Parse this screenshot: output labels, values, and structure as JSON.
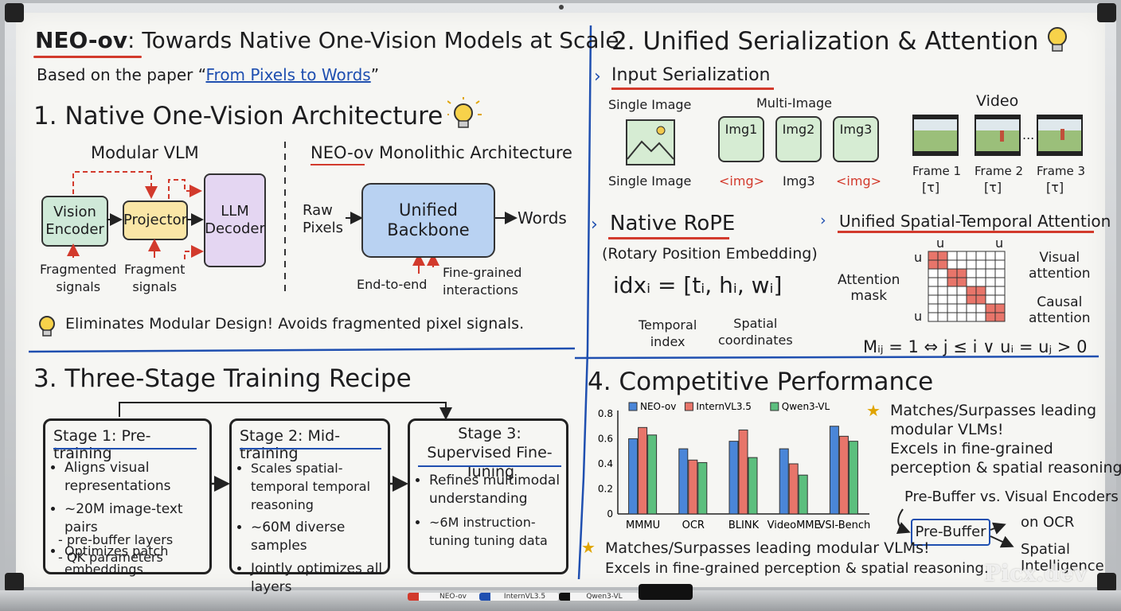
{
  "title": {
    "prefix": "NEO-ov",
    "rest": ": Towards Native One-Vision Models at Scale"
  },
  "subtitle": {
    "prefix": "Based on the paper “",
    "link": "From Pixels to Words",
    "suffix": "”"
  },
  "s1": {
    "heading": "1. Native One-Vision Architecture",
    "modular_title": "Modular VLM",
    "vision_encoder": "Vision\nEncoder",
    "projector": "Projector",
    "llm_decoder": "LLM\nDecoder",
    "frag1": "Fragmented\nsignals",
    "frag2": "Fragment\nsignals",
    "mono_prefix": "NEO-ov",
    "mono_rest": " Monolithic Architecture",
    "raw_pixels": "Raw\nPixels",
    "unified_backbone": "Unified\nBackbone",
    "words": "Words",
    "end_to_end": "End-to-end",
    "fine_grained": "Fine-grained\ninteractions",
    "tip": "Eliminates Modular Design! Avoids fragmented pixel signals."
  },
  "s2": {
    "heading": "2. Unified Serialization & Attention",
    "input_serialization": "Input Serialization",
    "single_image_top": "Single Image",
    "single_image_bottom": "Single Image",
    "multi_image": "Multi-Image",
    "img1": "Img1",
    "img2": "Img2",
    "img3": "Img3",
    "tag_left": "<img>",
    "tag_mid": "Img3",
    "tag_right": "<img>",
    "video": "Video",
    "frames": [
      "Frame 1",
      "Frame 2",
      "Frame 3"
    ],
    "tau": "[τ]",
    "ellipsis": "...",
    "native_rope": "Native RoPE",
    "rope_full": "(Rotary Position Embedding)",
    "formula": "idxᵢ = [tᵢ, hᵢ, wᵢ]",
    "temporal_index": "Temporal\nindex",
    "spatial_coords": "Spatial\ncoordinates",
    "usta": "Unified Spatial-Temporal Attention",
    "u": "u",
    "attention_mask": "Attention\nmask",
    "visual_attention": "Visual\nattention",
    "causal_attention": "Causal\nattention",
    "mask_formula": "Mᵢⱼ = 1 ⇔ j ≤ i ∨ uᵢ = uⱼ > 0"
  },
  "s3": {
    "heading": "3. Three-Stage Training Recipe",
    "stage1": {
      "title": "Stage 1: Pre-training",
      "items": [
        "Aligns visual representations",
        "~20M image-text pairs",
        "Optimizes patch embeddings",
        "- pre-buffer layers",
        "- QK parameters"
      ]
    },
    "stage2": {
      "title": "Stage 2: Mid-training",
      "items": [
        "Scales spatial-temporal temporal reasoning",
        "~60M diverse samples",
        "Jointly optimizes all layers"
      ]
    },
    "stage3": {
      "title": "Stage 3: Supervised Fine-Tuning",
      "items": [
        "Refines multimodal understanding",
        "~6M instruction-tuning tuning data"
      ]
    }
  },
  "s4": {
    "heading": "4. Competitive Performance",
    "claim_right": "Matches/Surpasses leading\nmodular VLMs!\nExcels in fine-grained\nperception & spatial reasoning.",
    "prebuffer_title": "Pre-Buffer vs. Visual Encoders",
    "prebuffer": "Pre-Buffer",
    "on_ocr": "on OCR",
    "spatial_intel": "Spatial\nIntelligence",
    "claim_bottom_1": "Matches/Surpasses leading modular VLMs!",
    "claim_bottom_2": "Excels in fine-grained perception & spatial reasoning."
  },
  "watermark": "Picx.dev",
  "markers": [
    "NEO-ov",
    "InternVL3.5",
    "Qwen3-VL"
  ],
  "colors": {
    "blue": "#1f4fb0",
    "red": "#d23a2c",
    "green": "#2e9e5a"
  },
  "chart_data": {
    "type": "bar",
    "categories": [
      "MMMU",
      "OCR",
      "BLINK",
      "VideoMME",
      "VSI-Bench"
    ],
    "series": [
      {
        "name": "NEO-ov",
        "color": "#4a86d8",
        "values": [
          0.6,
          0.52,
          0.58,
          0.52,
          0.7
        ]
      },
      {
        "name": "InternVL3.5",
        "color": "#e8756a",
        "values": [
          0.69,
          0.43,
          0.67,
          0.4,
          0.62
        ]
      },
      {
        "name": "Qwen3-VL",
        "color": "#5cbf7e",
        "values": [
          0.63,
          0.41,
          0.45,
          0.31,
          0.58
        ]
      }
    ],
    "ylim": [
      0,
      0.8
    ],
    "yticks": [
      0,
      0.2,
      0.4,
      0.6,
      0.8
    ],
    "grid": false,
    "legend": "top"
  }
}
